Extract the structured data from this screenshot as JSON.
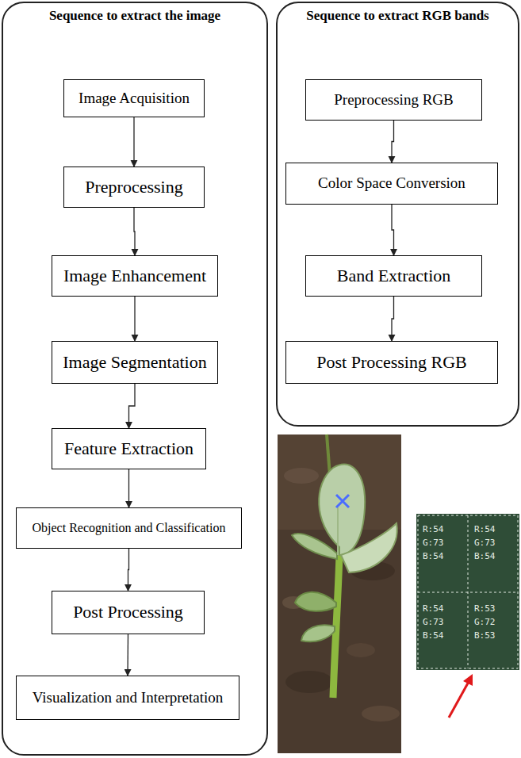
{
  "diagram": {
    "nodes": [
      {
        "text": [
          "Sequence to extract the image"
        ]
      },
      {
        "text": [
          "Image Acquisition"
        ],
        "in": 0
      },
      {
        "text": [
          "Preprocessing"
        ],
        "in": 0
      },
      {
        "text": [
          "Image Enhancement"
        ],
        "in": 0
      },
      {
        "text": [
          "Image Segmentation"
        ],
        "in": 0
      },
      {
        "text": [
          "Feature Extraction"
        ],
        "in": 0
      },
      {
        "text": [
          "Object Recognition and Classification"
        ],
        "in": 0
      },
      {
        "text": [
          "Post Processing"
        ],
        "in": 0
      },
      {
        "text": [
          "Visualization and Interpretation"
        ],
        "in": 0
      },
      {
        "text": [
          "Sequence to extract RGB bands"
        ]
      },
      {
        "text": [
          "Preprocessing RGB"
        ],
        "in": 9
      },
      {
        "text": [
          "Color Space Conversion"
        ],
        "in": 9
      },
      {
        "text": [
          "Band Extraction"
        ],
        "in": 9
      },
      {
        "text": [
          "Post Processing RGB"
        ],
        "in": 9
      }
    ],
    "edges": [
      {
        "from": 1,
        "to": 2,
        "arrow": "to"
      },
      {
        "from": 2,
        "to": 3,
        "arrow": "to"
      },
      {
        "from": 3,
        "to": 4,
        "arrow": "to"
      },
      {
        "from": 4,
        "to": 5,
        "arrow": "to"
      },
      {
        "from": 5,
        "to": 6,
        "arrow": "to"
      },
      {
        "from": 6,
        "to": 7,
        "arrow": "to"
      },
      {
        "from": 7,
        "to": 8,
        "arrow": "to"
      },
      {
        "from": 10,
        "to": 11,
        "arrow": "to"
      },
      {
        "from": 11,
        "to": 12,
        "arrow": "to"
      },
      {
        "from": 12,
        "to": 13,
        "arrow": "to"
      }
    ],
    "labels": [
      "R:54",
      "G:73",
      "B:54",
      "R:54",
      "G:73",
      "B:54",
      "R:54",
      "G:73",
      "B:54",
      "R:53",
      "G:72",
      "B:53"
    ]
  }
}
